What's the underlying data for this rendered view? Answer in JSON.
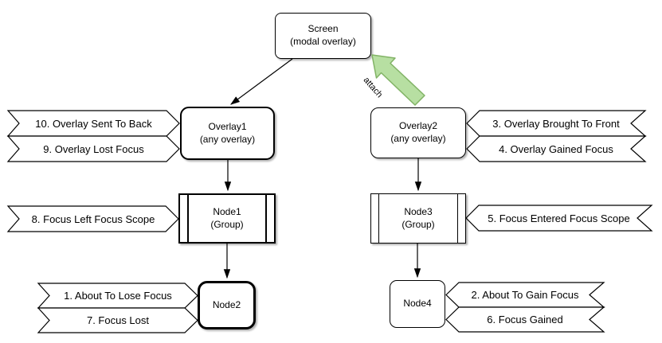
{
  "nodes": {
    "screen": {
      "line1": "Screen",
      "line2": "(modal overlay)"
    },
    "overlay1": {
      "line1": "Overlay1",
      "line2": "(any overlay)"
    },
    "overlay2": {
      "line1": "Overlay2",
      "line2": "(any overlay)"
    },
    "node1": {
      "line1": "Node1",
      "line2": "(Group)"
    },
    "node3": {
      "line1": "Node3",
      "line2": "(Group)"
    },
    "node2": {
      "label": "Node2"
    },
    "node4": {
      "label": "Node4"
    }
  },
  "banners": {
    "b10": "10. Overlay Sent To Back",
    "b9": "9. Overlay Lost Focus",
    "b8": "8. Focus Left Focus Scope",
    "b1": "1. About To Lose Focus",
    "b7": "7. Focus Lost",
    "b3": "3. Overlay Brought To Front",
    "b4": "4. Overlay Gained Focus",
    "b5": "5. Focus Entered Focus Scope",
    "b2": "2. About To Gain Focus",
    "b6": "6. Focus Gained"
  },
  "attach": {
    "label": "attach"
  },
  "colors": {
    "stroke": "#000000",
    "attach_fill": "#b7dfa2",
    "attach_stroke": "#82b366"
  },
  "edges": [
    {
      "from": "Screen",
      "to": "Overlay1",
      "style": "arrow"
    },
    {
      "from": "Overlay1",
      "to": "Node1",
      "style": "arrow"
    },
    {
      "from": "Node1",
      "to": "Node2",
      "style": "arrow"
    },
    {
      "from": "Overlay2",
      "to": "Node3",
      "style": "arrow"
    },
    {
      "from": "Node3",
      "to": "Node4",
      "style": "arrow"
    },
    {
      "from": "Overlay2",
      "to": "Screen",
      "style": "block-arrow",
      "label": "attach"
    }
  ]
}
